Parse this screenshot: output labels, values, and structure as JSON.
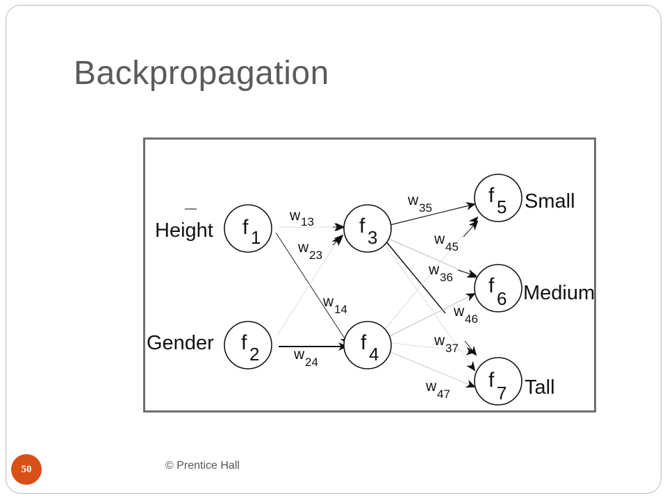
{
  "slide": {
    "title": "Backpropagation",
    "footer": "© Prentice Hall",
    "page_number": "50",
    "accent_color": "#d84f17"
  },
  "diagram": {
    "nodes": [
      {
        "id": "f1",
        "letter": "f",
        "sub": "1"
      },
      {
        "id": "f2",
        "letter": "f",
        "sub": "2"
      },
      {
        "id": "f3",
        "letter": "f",
        "sub": "3"
      },
      {
        "id": "f4",
        "letter": "f",
        "sub": "4"
      },
      {
        "id": "f5",
        "letter": "f",
        "sub": "5"
      },
      {
        "id": "f6",
        "letter": "f",
        "sub": "6"
      },
      {
        "id": "f7",
        "letter": "f",
        "sub": "7"
      }
    ],
    "input_labels": {
      "height": "Height",
      "gender": "Gender"
    },
    "output_labels": {
      "small": "Small",
      "medium": "Medium",
      "tall": "Tall"
    },
    "weights": [
      {
        "letter": "w",
        "sub": "13"
      },
      {
        "letter": "w",
        "sub": "23"
      },
      {
        "letter": "w",
        "sub": "14"
      },
      {
        "letter": "w",
        "sub": "24"
      },
      {
        "letter": "w",
        "sub": "35"
      },
      {
        "letter": "w",
        "sub": "45"
      },
      {
        "letter": "w",
        "sub": "36"
      },
      {
        "letter": "w",
        "sub": "46"
      },
      {
        "letter": "w",
        "sub": "37"
      },
      {
        "letter": "w",
        "sub": "47"
      }
    ]
  }
}
